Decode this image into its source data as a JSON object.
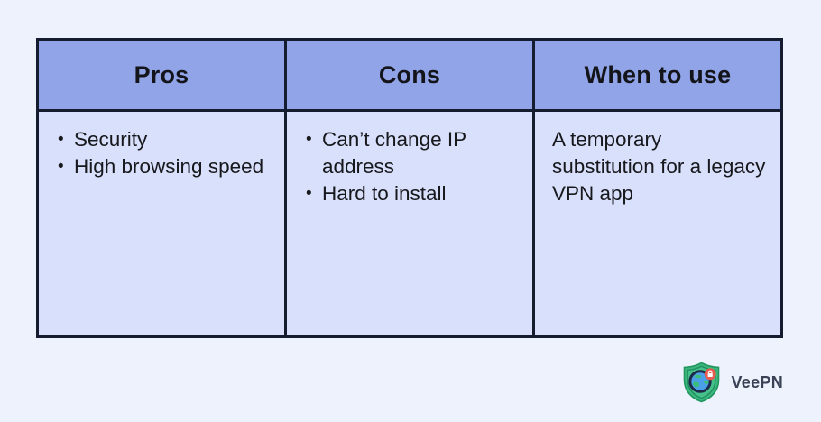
{
  "table": {
    "columns": [
      {
        "header": "Pros",
        "bulleted": true,
        "items": [
          "Security",
          "High browsing speed"
        ]
      },
      {
        "header": "Cons",
        "bulleted": true,
        "items": [
          "Can’t change IP address",
          "Hard to install"
        ]
      },
      {
        "header": "When to use",
        "bulleted": false,
        "items": [
          "A temporary substitution for a legacy VPN app"
        ]
      }
    ],
    "colors": {
      "page_background": "#eef2fd",
      "header_background": "#90a4e7",
      "body_background": "#d9e0fb",
      "border": "#161c30",
      "text": "#17181c"
    }
  },
  "branding": {
    "name": "VeePN",
    "logo_icon": "shield-globe-lock-icon",
    "colors": {
      "shield_green": "#3cb77f",
      "shield_edge": "#22985f",
      "globe_ring": "#1d2b4a",
      "globe_ocean": "#4aa0e8",
      "globe_land": "#3dbd7d",
      "lock_badge": "#e85a4f",
      "name_text": "#3a4256"
    }
  }
}
